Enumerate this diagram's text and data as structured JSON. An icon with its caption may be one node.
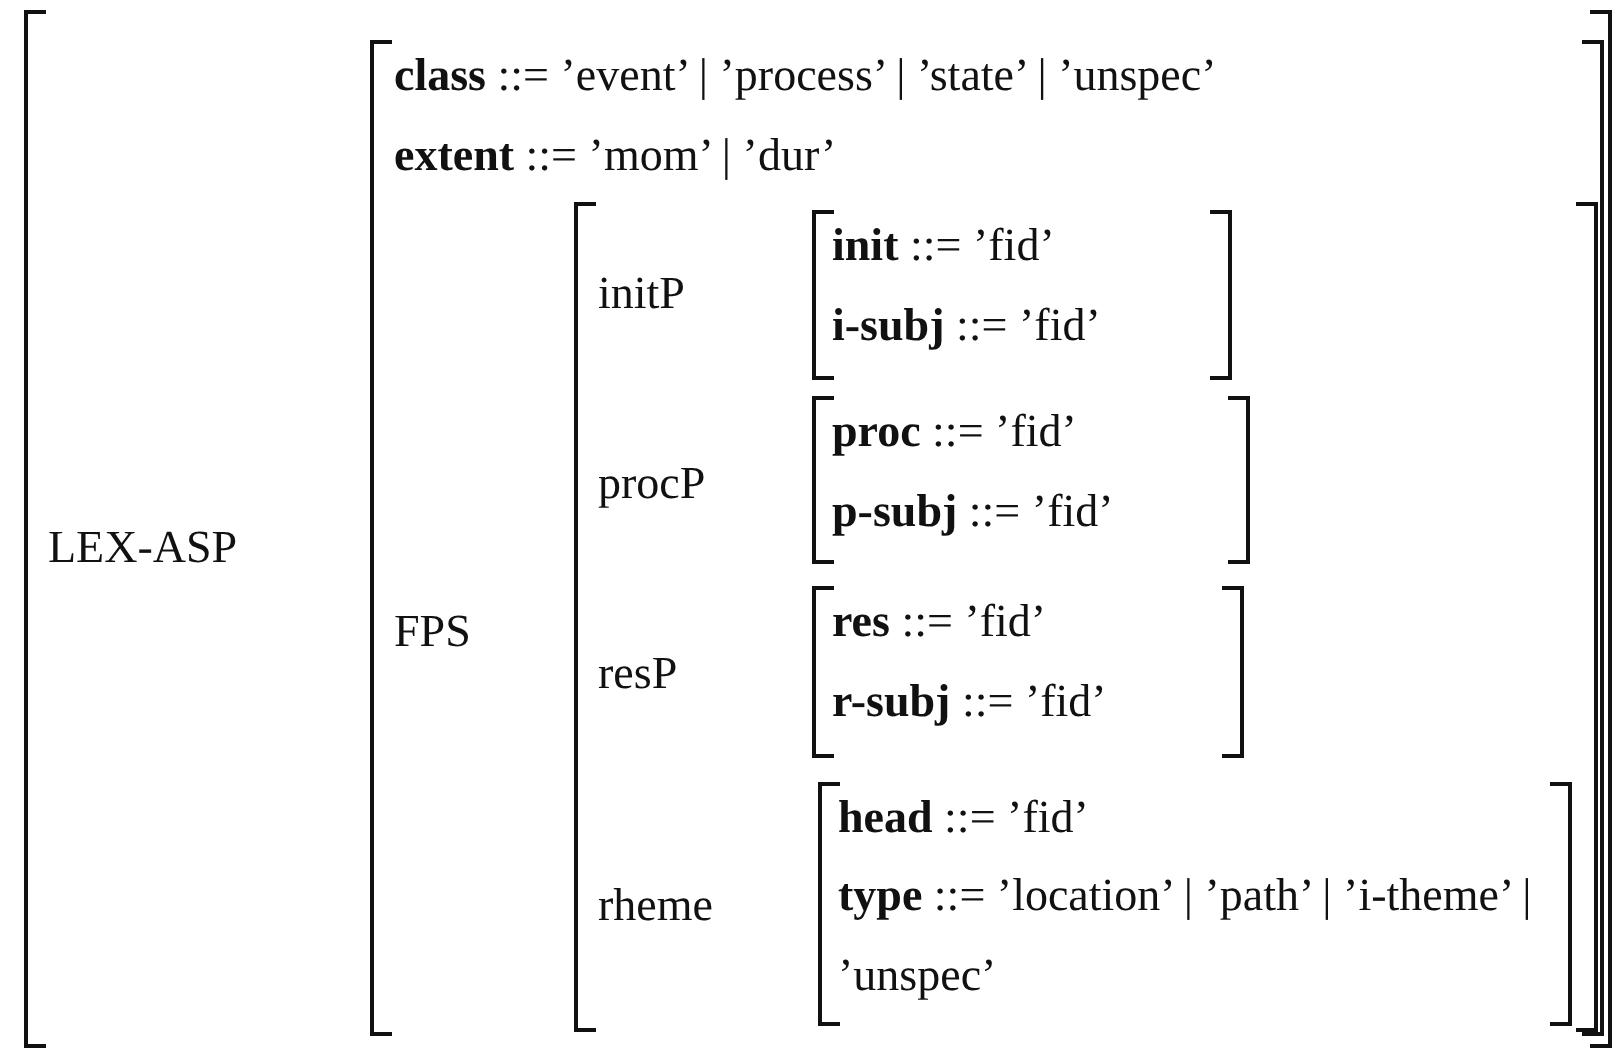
{
  "diagram": {
    "nodes": [
      {
        "text": [
          "LEX-ASP"
        ]
      },
      {
        "text": [
          "**class** ::= ’event’ | ’process’ | ’state’ | ’unspec’",
          "**extent** ::= ’mom’ | ’dur’",
          "FPS"
        ],
        "in": 0
      },
      {
        "text": [
          "initP",
          "procP",
          "resP",
          "rheme"
        ],
        "in": 1
      },
      {
        "text": [
          "**init** ::= ’fid’",
          "**i-subj** ::= ’fid’"
        ],
        "in": 2
      },
      {
        "text": [
          "**proc** ::= ’fid’",
          "**p-subj** ::= ’fid’"
        ],
        "in": 2
      },
      {
        "text": [
          "**res** ::= ’fid’",
          "**r-subj** ::= ’fid’"
        ],
        "in": 2
      },
      {
        "text": [
          "**head** ::= ’fid’",
          "**type** ::= ’location’ | ’path’ | ’i-theme’ | ’unspec’"
        ],
        "in": 2
      }
    ]
  }
}
